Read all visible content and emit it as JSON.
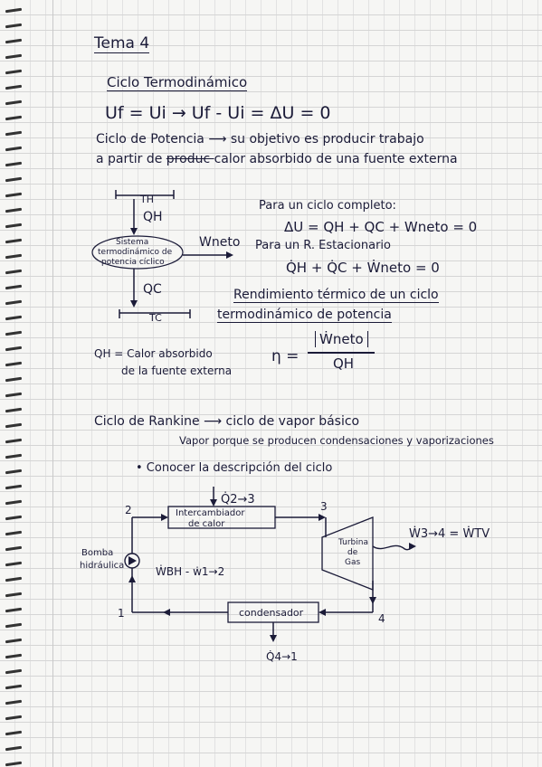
{
  "title": "Tema 4",
  "heading": "Ciclo Termodinámico",
  "eq_first_law": "Uf = Ui  →  Uf - Ui = ΔU = 0",
  "power_cycle_1": "Ciclo de Potencia  ⟶ su objetivo es producir trabajo",
  "power_cycle_2": "a partir de calor absorbido de una fuente externa",
  "struck_word": "produc",
  "full_cycle_label": "Para un ciclo completo:",
  "eq_delta_u": "ΔU = QH + QC + Wneto = 0",
  "steady_label": "Para un  R. Estacionario",
  "eq_steady": "Q̇H + Q̇C + Ẇneto = 0",
  "efficiency_line1": "Rendimiento térmico de un ciclo",
  "efficiency_line2": "termodinámico de potencia",
  "qh_def_1": "QH = Calor absorbido",
  "qh_def_2": "de la fuente externa",
  "eta": "η =",
  "eta_num": "Ẇneto",
  "eta_den": "QH",
  "rankine_1": "Ciclo de Rankine  ⟶ ciclo de vapor básico",
  "rankine_2": "Vapor porque se producen condensaciones y vaporizaciones",
  "bullet": "• Conocer la descripción del ciclo",
  "schematic": {
    "TH": "TH",
    "QH": "QH",
    "system_1": "Sistema",
    "system_2": "termodinámico de",
    "system_3": "potencia cíclico",
    "Wneto": "Wneto",
    "QC": "QC",
    "TC": "TC"
  },
  "rankine_diagram": {
    "q23": "Q̇2→3",
    "exchanger_1": "Intercambiador",
    "exchanger_2": "de calor",
    "turbine_1": "Turbina",
    "turbine_2": "de",
    "turbine_3": "Gas",
    "w34": "Ẇ3→4 = ẆTV",
    "pump_1": "Bomba",
    "pump_2": "hidráulica",
    "wbh": "ẆBH - ẇ1→2",
    "condenser": "condensador",
    "q41": "Q̇4→1",
    "n1": "1",
    "n2": "2",
    "n3": "3",
    "n4": "4"
  }
}
